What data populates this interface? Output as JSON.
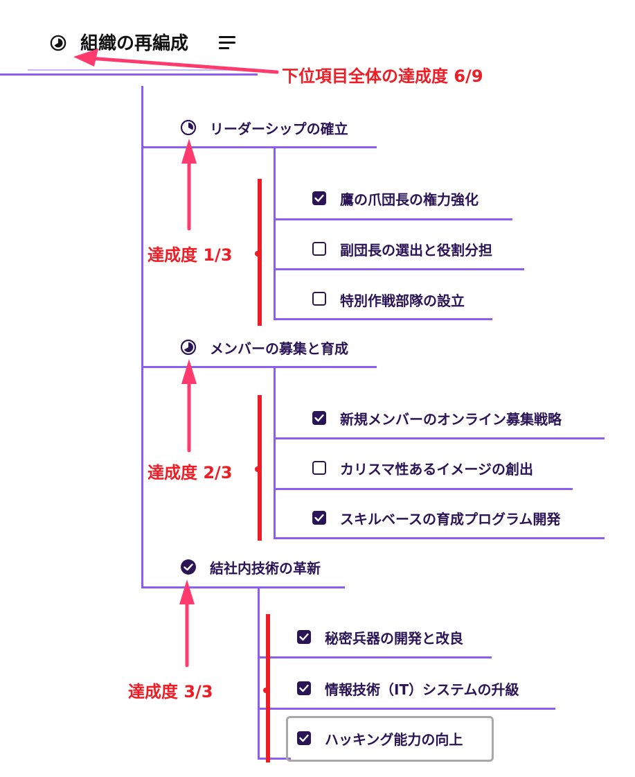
{
  "root": {
    "title": "組織の再編成",
    "annotation": "下位項目全体の達成度 6/9"
  },
  "groups": [
    {
      "label": "リーダーシップの確立",
      "progress": 0.333,
      "annotation": "達成度 1/3",
      "tasks": [
        {
          "label": "鷹の爪団長の権力強化",
          "done": true
        },
        {
          "label": "副団長の選出と役割分担",
          "done": false
        },
        {
          "label": "特別作戦部隊の設立",
          "done": false
        }
      ]
    },
    {
      "label": "メンバーの募集と育成",
      "progress": 0.667,
      "annotation": "達成度 2/3",
      "tasks": [
        {
          "label": "新規メンバーのオンライン募集戦略",
          "done": true
        },
        {
          "label": "カリスマ性あるイメージの創出",
          "done": false
        },
        {
          "label": "スキルベースの育成プログラム開発",
          "done": true
        }
      ]
    },
    {
      "label": "結社内技術の革新",
      "progress": 1.0,
      "annotation": "達成度 3/3",
      "tasks": [
        {
          "label": "秘密兵器の開発と改良",
          "done": true
        },
        {
          "label": "情報技術（IT）システムの升級",
          "done": true
        },
        {
          "label": "ハッキング能力の向上",
          "done": true
        }
      ]
    }
  ],
  "colors": {
    "line": "#8d5cf0",
    "text": "#2a1456",
    "annotation": "#ee1c25",
    "arrow": "#ff3b6e"
  }
}
